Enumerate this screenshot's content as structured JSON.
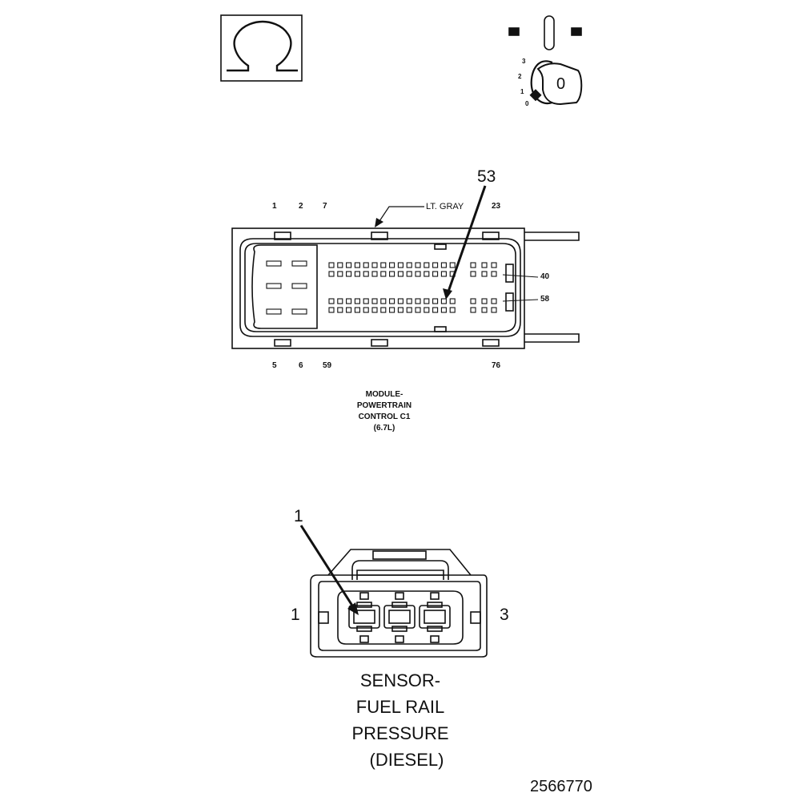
{
  "symbols": {
    "resistance": "omega-symbol-icon",
    "ignition": "ignition-key-icon",
    "ignition_positions": [
      "3",
      "2",
      "1",
      "0"
    ],
    "key_label": "0"
  },
  "pcm_connector": {
    "wire_color_label": "LT. GRAY",
    "callout_pin": "53",
    "top_pin_labels": [
      "1",
      "2",
      "7",
      "23"
    ],
    "side_pin_labels": [
      "40",
      "58"
    ],
    "bottom_pin_labels": [
      "5",
      "6",
      "59",
      "76"
    ],
    "caption": [
      "MODULE-",
      "POWERTRAIN",
      "CONTROL C1",
      "(6.7L)"
    ]
  },
  "sensor_connector": {
    "callout_pin": "1",
    "left_pin_label": "1",
    "right_pin_label": "3",
    "caption": [
      "SENSOR-",
      "FUEL RAIL",
      "PRESSURE",
      "(DIESEL)"
    ]
  },
  "figure_number": "2566770"
}
